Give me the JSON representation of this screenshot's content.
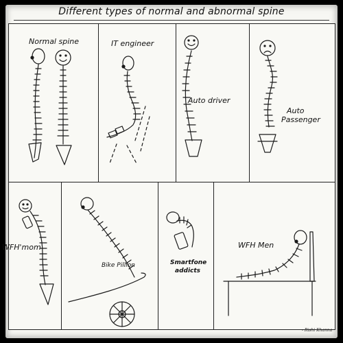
{
  "title": "Different types of normal and abnormal spine",
  "panels": {
    "normal": {
      "label": "Normal spine"
    },
    "it": {
      "label": "IT engineer"
    },
    "auto_driver": {
      "label": "Auto driver"
    },
    "auto_passenger": {
      "line1": "Auto",
      "line2": "Passenger"
    },
    "wfh_mom": {
      "label": "WFH'mom"
    },
    "bike": {
      "label": "Bike Pillion"
    },
    "smartfone": {
      "line1": "Smartfone",
      "line2": "addicts"
    },
    "wfh_men": {
      "label": "WFH Men"
    }
  },
  "signature": "- Rishi Khanna"
}
